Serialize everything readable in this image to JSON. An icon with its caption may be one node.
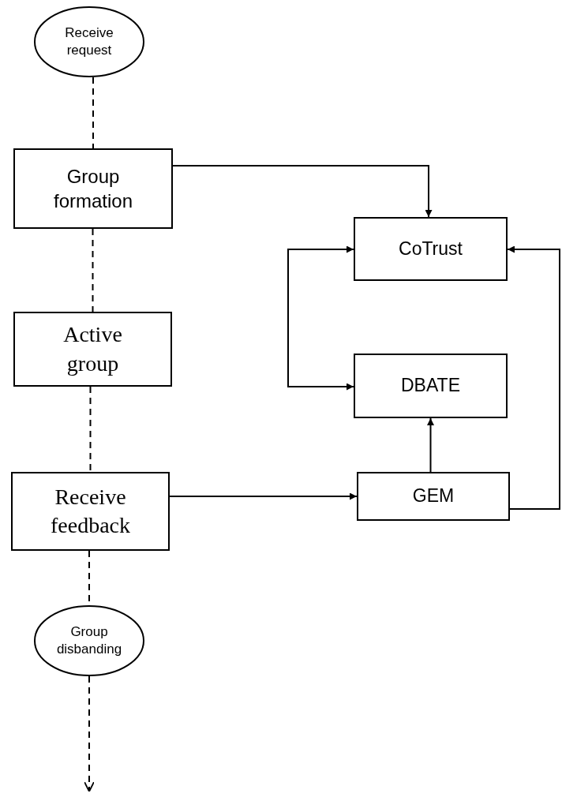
{
  "diagram": {
    "nodes": [
      {
        "text": [
          "Receive request"
        ]
      },
      {
        "text": [
          "Group formation"
        ]
      },
      {
        "text": [
          "Active group"
        ]
      },
      {
        "text": [
          "Receive feedback"
        ]
      },
      {
        "text": [
          "Group disbanding"
        ]
      },
      {
        "text": [
          "CoTrust"
        ]
      },
      {
        "text": [
          "DBATE"
        ]
      },
      {
        "text": [
          "GEM"
        ]
      }
    ],
    "edges": [
      {
        "from": 0,
        "to": 1,
        "arrow": "none",
        "style": "dashed"
      },
      {
        "from": 1,
        "to": 2,
        "arrow": "none",
        "style": "dashed"
      },
      {
        "from": 2,
        "to": 3,
        "arrow": "none",
        "style": "dashed"
      },
      {
        "from": 3,
        "to": 4,
        "arrow": "none",
        "style": "dashed"
      },
      {
        "from": 4,
        "to": null,
        "arrow": "to",
        "style": "dashed"
      },
      {
        "from": 1,
        "to": 5,
        "arrow": "to"
      },
      {
        "from": 5,
        "to": 6,
        "arrow": "both"
      },
      {
        "from": 3,
        "to": 7,
        "arrow": "to"
      },
      {
        "from": 7,
        "to": 6,
        "arrow": "to"
      },
      {
        "from": 7,
        "to": 5,
        "arrow": "to"
      }
    ]
  }
}
